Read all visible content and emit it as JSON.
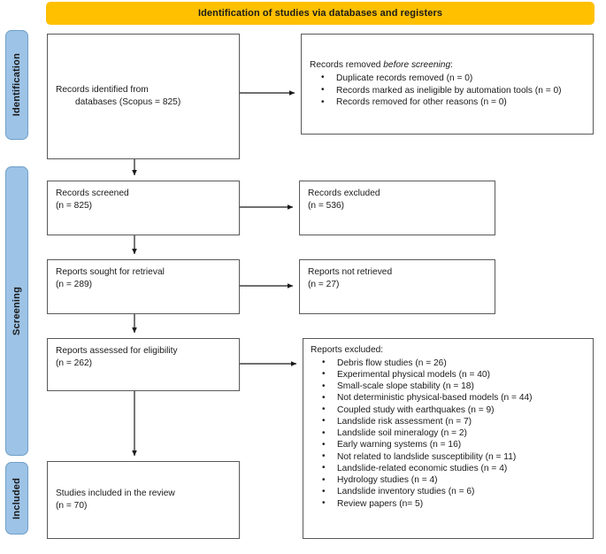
{
  "header": {
    "title": "Identification of studies via databases and registers",
    "band_color": "#FFC000"
  },
  "stages": {
    "identification": "Identification",
    "screening": "Screening",
    "included": "Included",
    "bar_color": "#9DC3E6"
  },
  "boxes": {
    "identified": {
      "line1": "Records identified from",
      "line2": "databases (Scopus = 825)"
    },
    "removed": {
      "head_plain": "Records removed ",
      "head_italic": "before screening",
      "head_colon": ":",
      "items": [
        "Duplicate records removed (n = 0)",
        "Records marked as ineligible by automation tools (n = 0)",
        "Records removed for other reasons (n = 0)"
      ]
    },
    "screened": {
      "line1": "Records screened",
      "line2": "(n = 825)"
    },
    "excluded_screening": {
      "line1": "Records excluded",
      "line2": "(n = 536)"
    },
    "sought": {
      "line1": "Reports sought for retrieval",
      "line2": "(n = 289)"
    },
    "not_retrieved": {
      "line1": "Reports not retrieved",
      "line2": "(n = 27)"
    },
    "assessed": {
      "line1": "Reports assessed for eligibility",
      "line2": "(n = 262)"
    },
    "excluded_eligibility": {
      "head": "Reports excluded:",
      "items": [
        "Debris flow studies (n = 26)",
        "Experimental physical models (n = 40)",
        "Small-scale slope stability (n = 18)",
        "Not deterministic physical-based models (n = 44)",
        "Coupled study with earthquakes (n = 9)",
        "Landslide risk assessment (n = 7)",
        "Landslide soil mineralogy (n = 2)",
        "Early warning systems (n = 16)",
        "Not related to landslide susceptibility (n = 11)",
        "Landslide-related economic studies (n = 4)",
        "Hydrology studies (n = 4)",
        "Landslide inventory studies (n = 6)",
        "Review papers (n= 5)"
      ]
    },
    "included": {
      "line1": "Studies included in the review",
      "line2": "(n = 70)"
    }
  }
}
